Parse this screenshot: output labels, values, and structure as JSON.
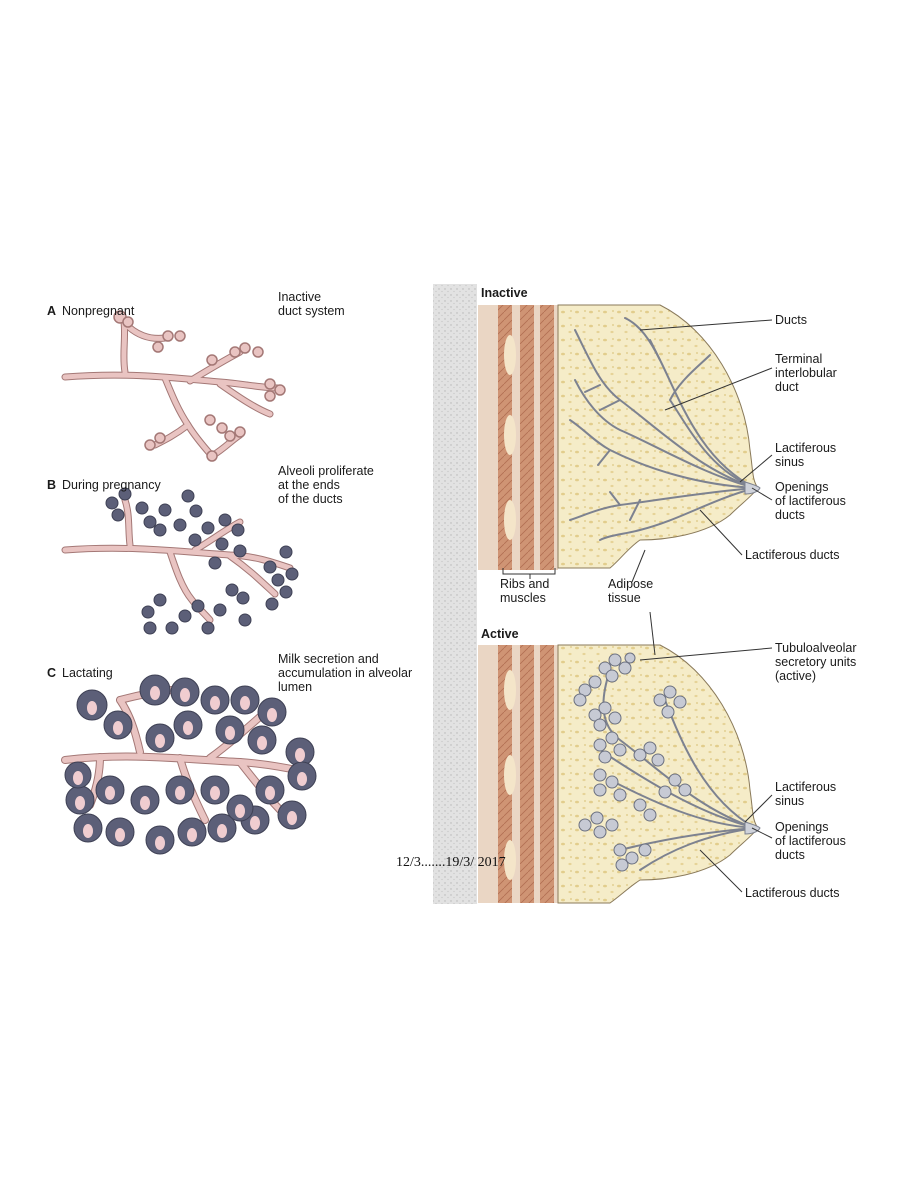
{
  "colors": {
    "duct_pink": "#e9c4c2",
    "duct_outline": "#a47876",
    "alveolus_dark": "#5c5f78",
    "lumen_pink": "#f0cdd0",
    "adipose": "#f4ebc6",
    "fat_speck": "#e3cf8e",
    "muscle": "#c98c6c",
    "rib": "#e6c2ad",
    "stipple_bar": "#d8d8d8",
    "branch_gray": "#7d8290"
  },
  "panels": {
    "a": {
      "letter": "A",
      "title": "Nonpregnant",
      "note": "Inactive\nduct system"
    },
    "b": {
      "letter": "B",
      "title": "During pregnancy",
      "note": "Alveoli proliferate\nat the ends\nof the ducts"
    },
    "c": {
      "letter": "C",
      "title": "Lactating",
      "note": "Milk secretion and\naccumulation in alveolar\nlumen"
    }
  },
  "inactive": {
    "heading": "Inactive",
    "labels": {
      "ducts": "Ducts",
      "terminal": "Terminal\ninterlobular\nduct",
      "sinus": "Lactiferous\nsinus",
      "openings": "Openings\nof lactiferous\nducts",
      "lactiferous_ducts": "Lactiferous ducts",
      "ribs": "Ribs and\nmuscles",
      "adipose": "Adipose\ntissue"
    }
  },
  "active": {
    "heading": "Active",
    "labels": {
      "tubulo": "Tubuloalveolar\nsecretory units\n(active)",
      "sinus": "Lactiferous\nsinus",
      "openings": "Openings\nof lactiferous\nducts",
      "lactiferous_ducts": "Lactiferous ducts"
    }
  },
  "date_stamp": "12/3.......19/3/ 2017"
}
